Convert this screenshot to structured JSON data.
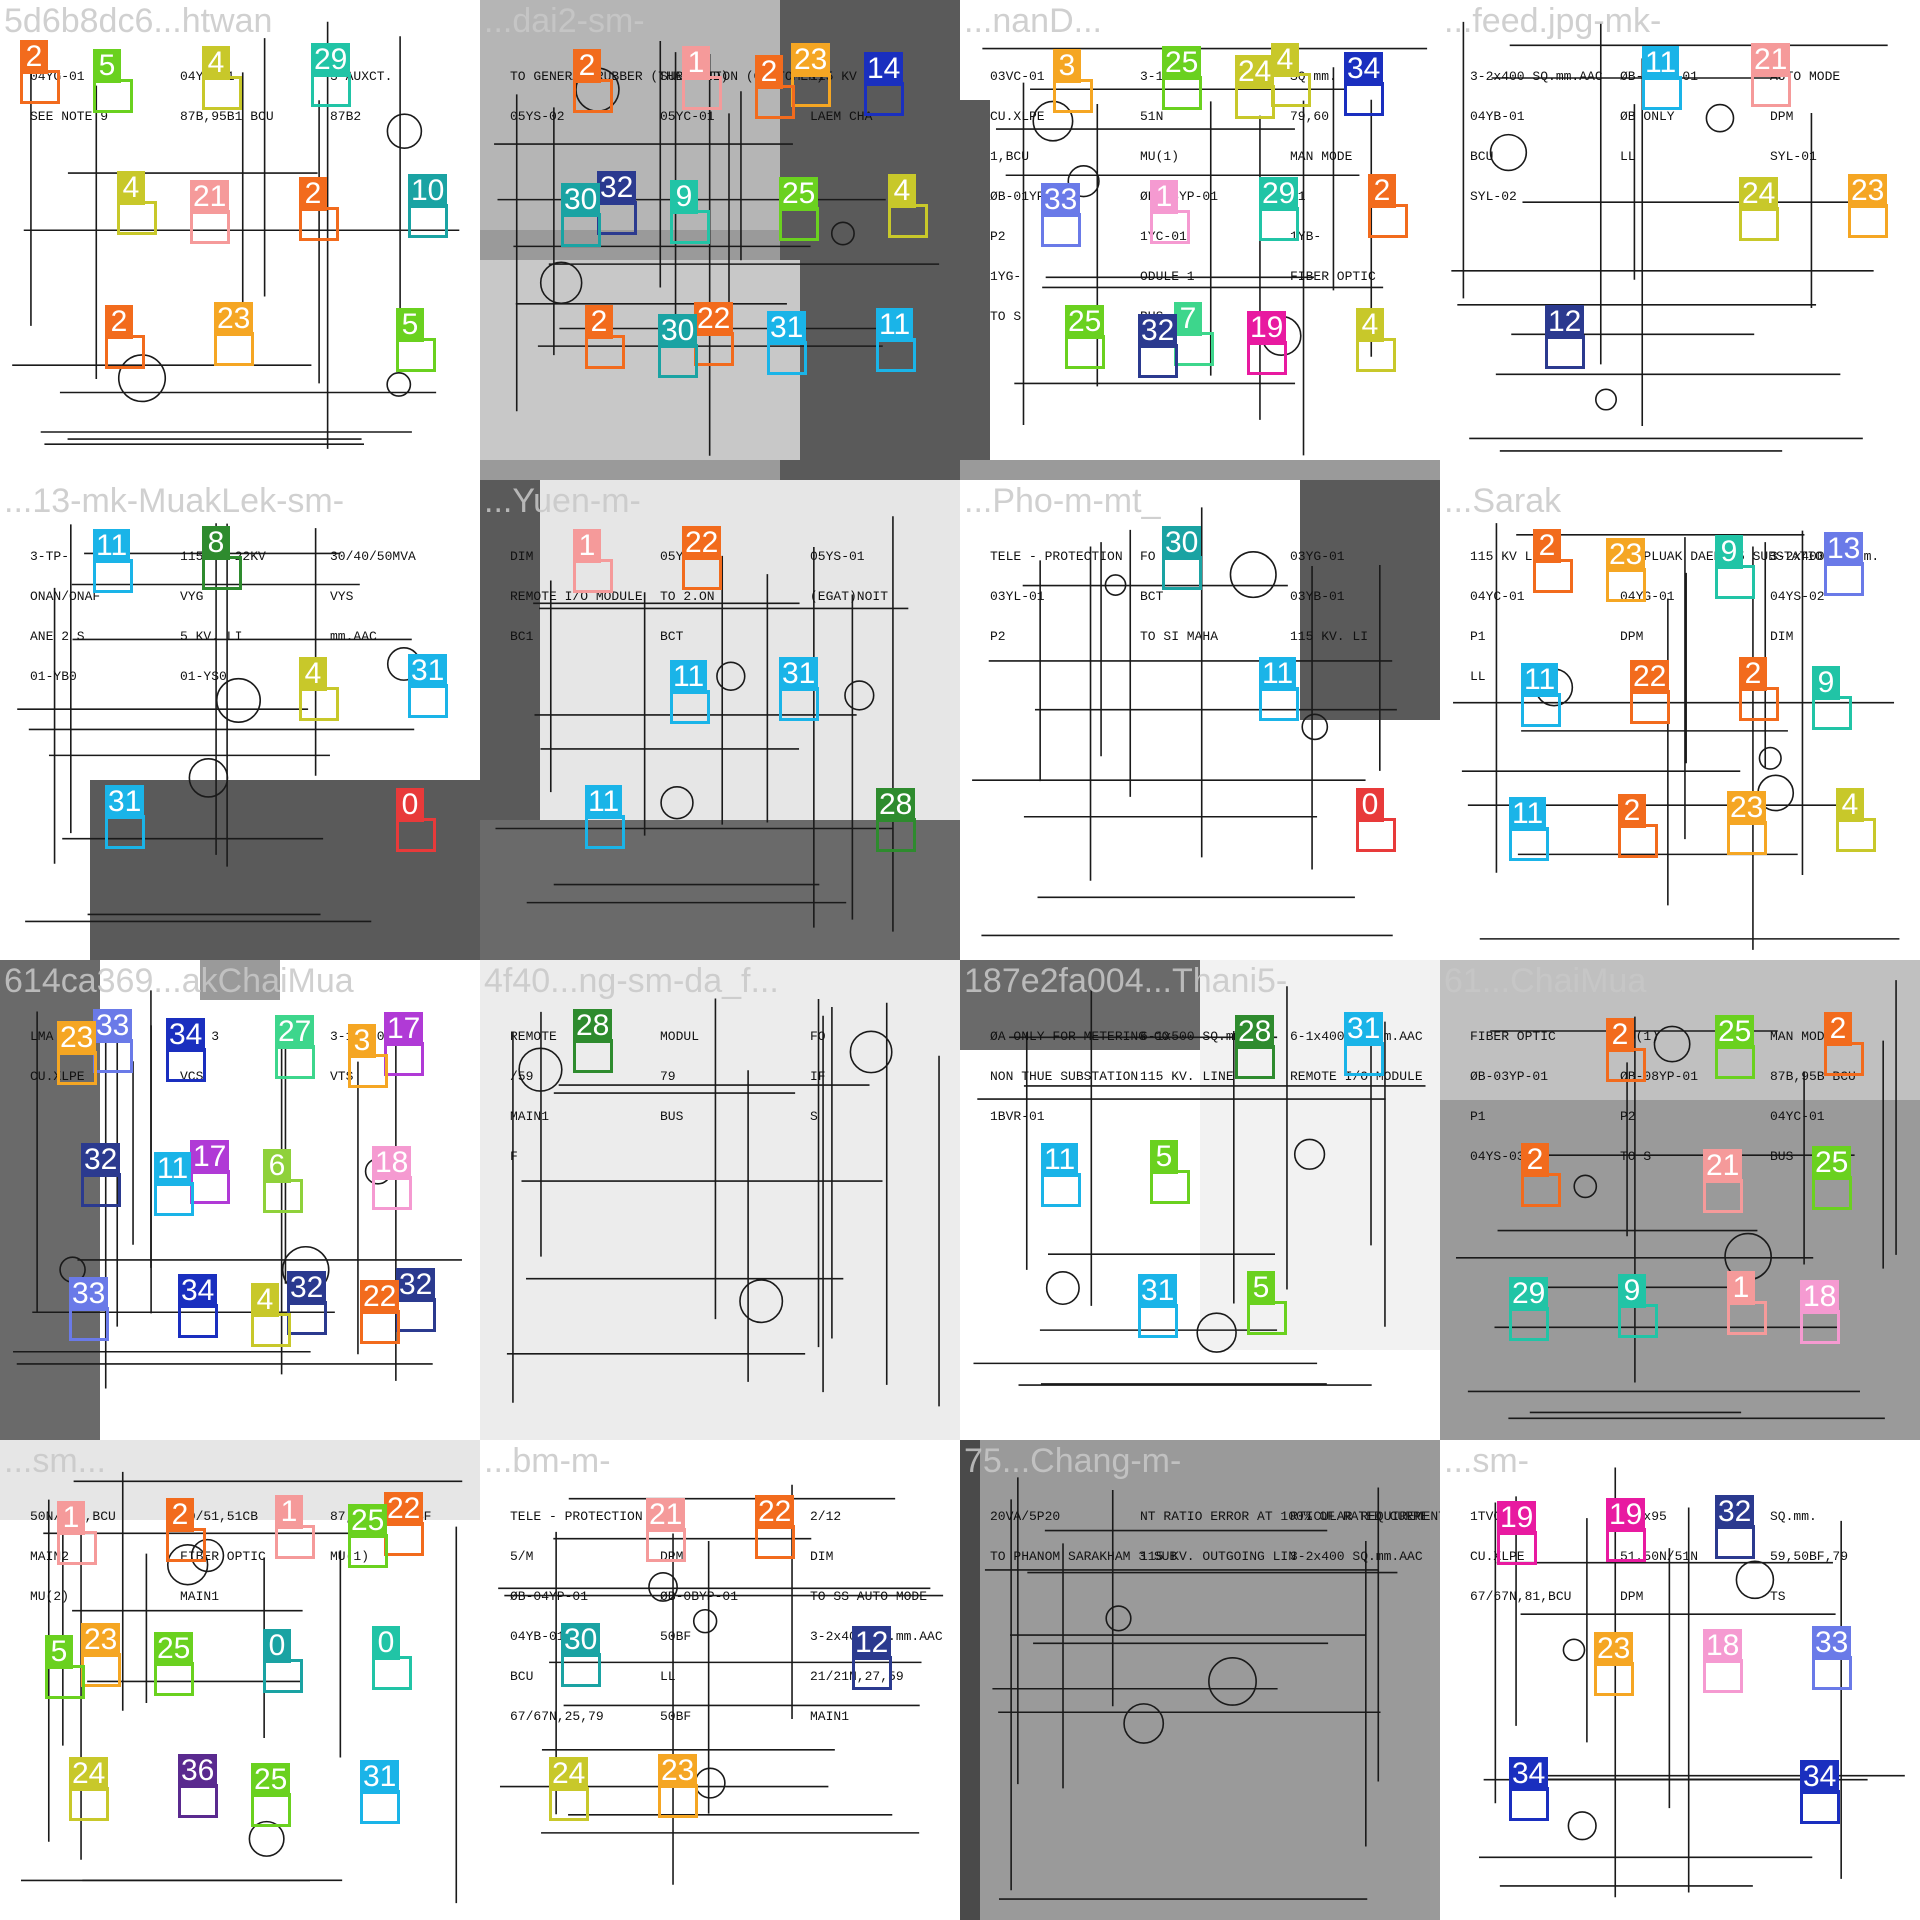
{
  "tiles": [
    {
      "id": "t0",
      "title": "5d6b8dc6...htwan"
    },
    {
      "id": "t1",
      "title": "...dai2-sm-"
    },
    {
      "id": "t2",
      "title": "...nanD..."
    },
    {
      "id": "t3",
      "title": "...feed.jpg-mk-"
    },
    {
      "id": "t4",
      "title": "...13-mk-MuakLek-sm-"
    },
    {
      "id": "t5",
      "title": "...Yuen-m-"
    },
    {
      "id": "t6",
      "title": "...Pho-m-mt_"
    },
    {
      "id": "t7",
      "title": "...Sarak"
    },
    {
      "id": "t8",
      "title": "614ca369...akChaiMua"
    },
    {
      "id": "t9",
      "title": "4f40...ng-sm-da_f..."
    },
    {
      "id": "t10",
      "title": "187e2fa004...Thani5-"
    },
    {
      "id": "t11",
      "title": "61...ChaiMua"
    },
    {
      "id": "t12",
      "title": "...sm..."
    },
    {
      "id": "t13",
      "title": "...bm-m-"
    },
    {
      "id": "t14",
      "title": "75...Chang-m-"
    },
    {
      "id": "t15",
      "title": "...sm-"
    }
  ],
  "texts": {
    "t0": [
      "04YG-01",
      "04YS-01",
      "3-AUXCT.",
      "SEE NOTE 9",
      "87B,95B1 BCU",
      "87B2"
    ],
    "t1": [
      "TO GENERAL RUBBER (THAILAND)",
      "SUBSTATION (CUSTOMER)",
      "115 KV LINE",
      "05YS-02",
      "05YC-01",
      "LAEM CHA"
    ],
    "t2": [
      "03VC-01",
      "3-1x400",
      "SQ.mm.",
      "CU.XLPE",
      "51N",
      "79,60",
      "1,BCU",
      "MU(1)",
      "MAN MODE",
      "ØB-01YP-01",
      "ØB-08YP-01",
      "P1",
      "P2",
      "1YC-01",
      "1YB-",
      "1YG-",
      "ODULE 1",
      "FIBER OPTIC",
      "TO S",
      "BUS"
    ],
    "t3": [
      "3-2x400 SQ.mm.AAC",
      "ØB-0BYP-01",
      "AUTO MODE",
      "04YB-01",
      "ØB ONLY",
      "DPM",
      "BCU",
      "LL",
      "SYL-01",
      "SYL-02"
    ],
    "t4": [
      "3-TP-",
      "115/22-22KV",
      "30/40/50MVA",
      "ONAN/ONAF",
      "VYG",
      "VYS",
      "ANE 2 S",
      "5 KV. LI",
      "mm.AAC",
      "01-YB0",
      "01-YS0"
    ],
    "t5": [
      "DIM",
      "05YB-01",
      "05YS-01",
      "REMOTE I/O MODULE",
      "TO 2.ON",
      "(EGAT)NOIT",
      "BC1",
      "BCT"
    ],
    "t6": [
      "TELE - PROTECTION",
      "FO",
      "03YG-01",
      "03YL-01",
      "BCT",
      "03YB-01",
      "P2",
      "TO SI MAHA",
      "115 KV. LI"
    ],
    "t7": [
      "115 KV LINE",
      "TO PLUAK DAENG 5 SUBSTATION",
      "3-2x400 SQ.mm.",
      "04YC-01",
      "04YG-01",
      "04YS-02",
      "P1",
      "DPM",
      "DIM",
      "LL"
    ],
    "t8": [
      "LMA 4",
      "LMA 3",
      "3-1x400",
      "CU.XLPE",
      "VCS",
      "VTS"
    ],
    "t9": [
      "REMOTE",
      "MODUL",
      "FO",
      "/59",
      "79",
      "IF",
      "MAIN1",
      "BUS",
      "S",
      "F"
    ],
    "t10": [
      "ØA ONLY FOR METERING CO",
      "6-1x500 SQ.mm.",
      "6-1x400 SQ.mm.AAC",
      "NON THUE SUBSTATION",
      "115 KV. LINE",
      "REMOTE I/O MODULE",
      "1BVR-01"
    ],
    "t11": [
      "FIBER OPTIC",
      "MU(1)",
      "MAN MODE",
      "ØB-03YP-01",
      "ØB-08YP-01",
      "87B,95B BCU",
      "P1",
      "P2",
      "04YC-01",
      "04YS-03",
      "TO S",
      "BUS"
    ],
    "t12": [
      "50N/51N,BCU",
      "50/51,51CB",
      "87,87REF,50BF",
      "MAIN2",
      "FIBER OPTIC",
      "MU(1)",
      "MU(2)",
      "MAIN1"
    ],
    "t13": [
      "TELE - PROTECTION",
      "FO",
      "2/12",
      "5/M",
      "DPM",
      "DIM",
      "ØB-04YP-01",
      "ØB-0BYP-01",
      "TO SS AUTO MODE",
      "04YB-01",
      "50BF",
      "3-2x400 SQ.mm.AAC",
      "BCU",
      "LL",
      "21/21N,27,59",
      "67/67N,25,79",
      "50BF",
      "MAIN1"
    ],
    "t14": [
      "20VA/5P20",
      "NT RATIO ERROR AT 100% OF RATED CURRE",
      "RTICULAR REQUIREMENT FOR ALL 5P20 CLASS",
      "TO PHANOM SARAKHAM 3 SUB",
      "115 KV. OUTGOING LIN",
      "3-2x400 SQ.mm.AAC"
    ],
    "t15": [
      "1TVG-01",
      "3-1x95",
      "SQ.mm.",
      "CU.XLPE",
      "51,50N/51N",
      "59,50BF,79",
      "67/67N,81,BCU",
      "DPM",
      "TS"
    ]
  },
  "legend": {
    "label_note": "numbered color tags"
  },
  "annotations": {
    "t0": [
      {
        "n": "2",
        "c": "#f26b1d"
      },
      {
        "n": "4",
        "c": "#c8c82a"
      },
      {
        "n": "23",
        "c": "#f5a623"
      },
      {
        "n": "29",
        "c": "#21c4a6"
      },
      {
        "n": "10",
        "c": "#1aa3a3"
      },
      {
        "n": "2",
        "c": "#f26b1d"
      },
      {
        "n": "4",
        "c": "#c8c82a"
      },
      {
        "n": "2",
        "c": "#f26b1d"
      },
      {
        "n": "5",
        "c": "#6ad11f"
      },
      {
        "n": "5",
        "c": "#6ad11f"
      },
      {
        "n": "21",
        "c": "#f59a9a"
      }
    ],
    "t1": [
      {
        "n": "32",
        "c": "#2b3a8f"
      },
      {
        "n": "22",
        "c": "#f26b1d"
      },
      {
        "n": "23",
        "c": "#f5a623"
      },
      {
        "n": "4",
        "c": "#c8c82a"
      },
      {
        "n": "2",
        "c": "#f26b1d"
      },
      {
        "n": "1",
        "c": "#f59a9a"
      },
      {
        "n": "25",
        "c": "#6ad11f"
      },
      {
        "n": "11",
        "c": "#1ab4e8"
      },
      {
        "n": "2",
        "c": "#f26b1d"
      },
      {
        "n": "9",
        "c": "#21c4a6"
      },
      {
        "n": "31",
        "c": "#1ab4e8"
      },
      {
        "n": "14",
        "c": "#1a2fbf"
      },
      {
        "n": "30",
        "c": "#1aa3a3"
      },
      {
        "n": "30",
        "c": "#1aa3a3"
      },
      {
        "n": "2",
        "c": "#f26b1d"
      }
    ],
    "t2": [
      {
        "n": "7",
        "c": "#3dd68c"
      },
      {
        "n": "4",
        "c": "#c8c82a"
      },
      {
        "n": "2",
        "c": "#f26b1d"
      },
      {
        "n": "25",
        "c": "#6ad11f"
      },
      {
        "n": "25",
        "c": "#6ad11f"
      },
      {
        "n": "29",
        "c": "#21c4a6"
      },
      {
        "n": "4",
        "c": "#c8c82a"
      },
      {
        "n": "3",
        "c": "#f5a623"
      },
      {
        "n": "1",
        "c": "#f59ad1"
      },
      {
        "n": "19",
        "c": "#e81aa0"
      },
      {
        "n": "34",
        "c": "#1a2fbf"
      },
      {
        "n": "33",
        "c": "#6a7ae8"
      },
      {
        "n": "32",
        "c": "#2b3a8f"
      },
      {
        "n": "24",
        "c": "#c8c82a"
      }
    ],
    "t3": [
      {
        "n": "21",
        "c": "#f59a9a"
      },
      {
        "n": "23",
        "c": "#f5a623"
      },
      {
        "n": "12",
        "c": "#2b3a8f"
      },
      {
        "n": "11",
        "c": "#1ab4e8"
      },
      {
        "n": "24",
        "c": "#c8c82a"
      }
    ],
    "t4": [
      {
        "n": "31",
        "c": "#1ab4e8"
      },
      {
        "n": "31",
        "c": "#1ab4e8"
      },
      {
        "n": "8",
        "c": "#2e8b2e"
      },
      {
        "n": "4",
        "c": "#c8c82a"
      },
      {
        "n": "0",
        "c": "#e83a3a"
      },
      {
        "n": "11",
        "c": "#1ab4e8"
      }
    ],
    "t5": [
      {
        "n": "11",
        "c": "#1ab4e8"
      },
      {
        "n": "22",
        "c": "#f26b1d"
      },
      {
        "n": "31",
        "c": "#1ab4e8"
      },
      {
        "n": "28",
        "c": "#2e8b2e"
      },
      {
        "n": "1",
        "c": "#f59a9a"
      },
      {
        "n": "11",
        "c": "#1ab4e8"
      }
    ],
    "t6": [
      {
        "n": "30",
        "c": "#1aa3a3"
      },
      {
        "n": "11",
        "c": "#1ab4e8"
      },
      {
        "n": "0",
        "c": "#e83a3a"
      }
    ],
    "t7": [
      {
        "n": "2",
        "c": "#f26b1d"
      },
      {
        "n": "4",
        "c": "#c8c82a"
      },
      {
        "n": "2",
        "c": "#f26b1d"
      },
      {
        "n": "22",
        "c": "#f26b1d"
      },
      {
        "n": "23",
        "c": "#f5a623"
      },
      {
        "n": "13",
        "c": "#6a7ae8"
      },
      {
        "n": "11",
        "c": "#1ab4e8"
      },
      {
        "n": "2",
        "c": "#f26b1d"
      },
      {
        "n": "9",
        "c": "#21c4a6"
      },
      {
        "n": "9",
        "c": "#21c4a6"
      },
      {
        "n": "11",
        "c": "#1ab4e8"
      },
      {
        "n": "23",
        "c": "#f5a623"
      }
    ],
    "t8": [
      {
        "n": "32",
        "c": "#2b3a8f"
      },
      {
        "n": "33",
        "c": "#6a7ae8"
      },
      {
        "n": "17",
        "c": "#b03ad6"
      },
      {
        "n": "32",
        "c": "#2b3a8f"
      },
      {
        "n": "17",
        "c": "#b03ad6"
      },
      {
        "n": "32",
        "c": "#2b3a8f"
      },
      {
        "n": "34",
        "c": "#1a2fbf"
      },
      {
        "n": "27",
        "c": "#3dd68c"
      },
      {
        "n": "18",
        "c": "#f59ad1"
      },
      {
        "n": "33",
        "c": "#6a7ae8"
      },
      {
        "n": "34",
        "c": "#1a2fbf"
      },
      {
        "n": "6",
        "c": "#8fd13a"
      },
      {
        "n": "22",
        "c": "#f26b1d"
      },
      {
        "n": "23",
        "c": "#f5a623"
      },
      {
        "n": "11",
        "c": "#1ab4e8"
      },
      {
        "n": "4",
        "c": "#c8c82a"
      },
      {
        "n": "3",
        "c": "#f5a623"
      }
    ],
    "t9": [
      {
        "n": "28",
        "c": "#2e8b2e"
      }
    ],
    "t10": [
      {
        "n": "5",
        "c": "#6ad11f"
      },
      {
        "n": "5",
        "c": "#6ad11f"
      },
      {
        "n": "31",
        "c": "#1ab4e8"
      },
      {
        "n": "11",
        "c": "#1ab4e8"
      },
      {
        "n": "31",
        "c": "#1ab4e8"
      },
      {
        "n": "28",
        "c": "#2e8b2e"
      }
    ],
    "t11": [
      {
        "n": "1",
        "c": "#f59a9a"
      },
      {
        "n": "2",
        "c": "#f26b1d"
      },
      {
        "n": "2",
        "c": "#f26b1d"
      },
      {
        "n": "9",
        "c": "#21c4a6"
      },
      {
        "n": "25",
        "c": "#6ad11f"
      },
      {
        "n": "25",
        "c": "#6ad11f"
      },
      {
        "n": "29",
        "c": "#21c4a6"
      },
      {
        "n": "2",
        "c": "#f26b1d"
      },
      {
        "n": "21",
        "c": "#f59a9a"
      },
      {
        "n": "18",
        "c": "#f59ad1"
      }
    ],
    "t12": [
      {
        "n": "22",
        "c": "#f26b1d"
      },
      {
        "n": "23",
        "c": "#f5a623"
      },
      {
        "n": "36",
        "c": "#5a2a8f"
      },
      {
        "n": "1",
        "c": "#f59a9a"
      },
      {
        "n": "0",
        "c": "#21c4a6"
      },
      {
        "n": "24",
        "c": "#c8c82a"
      },
      {
        "n": "2",
        "c": "#f26b1d"
      },
      {
        "n": "0",
        "c": "#1aa3a3"
      },
      {
        "n": "31",
        "c": "#1ab4e8"
      },
      {
        "n": "1",
        "c": "#f59a9a"
      },
      {
        "n": "25",
        "c": "#6ad11f"
      },
      {
        "n": "25",
        "c": "#6ad11f"
      },
      {
        "n": "25",
        "c": "#6ad11f"
      },
      {
        "n": "5",
        "c": "#6ad11f"
      }
    ],
    "t13": [
      {
        "n": "30",
        "c": "#1aa3a3"
      },
      {
        "n": "23",
        "c": "#f5a623"
      },
      {
        "n": "22",
        "c": "#f26b1d"
      },
      {
        "n": "12",
        "c": "#2b3a8f"
      },
      {
        "n": "24",
        "c": "#c8c82a"
      },
      {
        "n": "21",
        "c": "#f59a9a"
      }
    ],
    "t14": [],
    "t15": [
      {
        "n": "32",
        "c": "#2b3a8f"
      },
      {
        "n": "33",
        "c": "#6a7ae8"
      },
      {
        "n": "34",
        "c": "#1a2fbf"
      },
      {
        "n": "19",
        "c": "#e81aa0"
      },
      {
        "n": "18",
        "c": "#f59ad1"
      },
      {
        "n": "34",
        "c": "#1a2fbf"
      },
      {
        "n": "19",
        "c": "#e81aa0"
      },
      {
        "n": "23",
        "c": "#f5a623"
      }
    ]
  }
}
